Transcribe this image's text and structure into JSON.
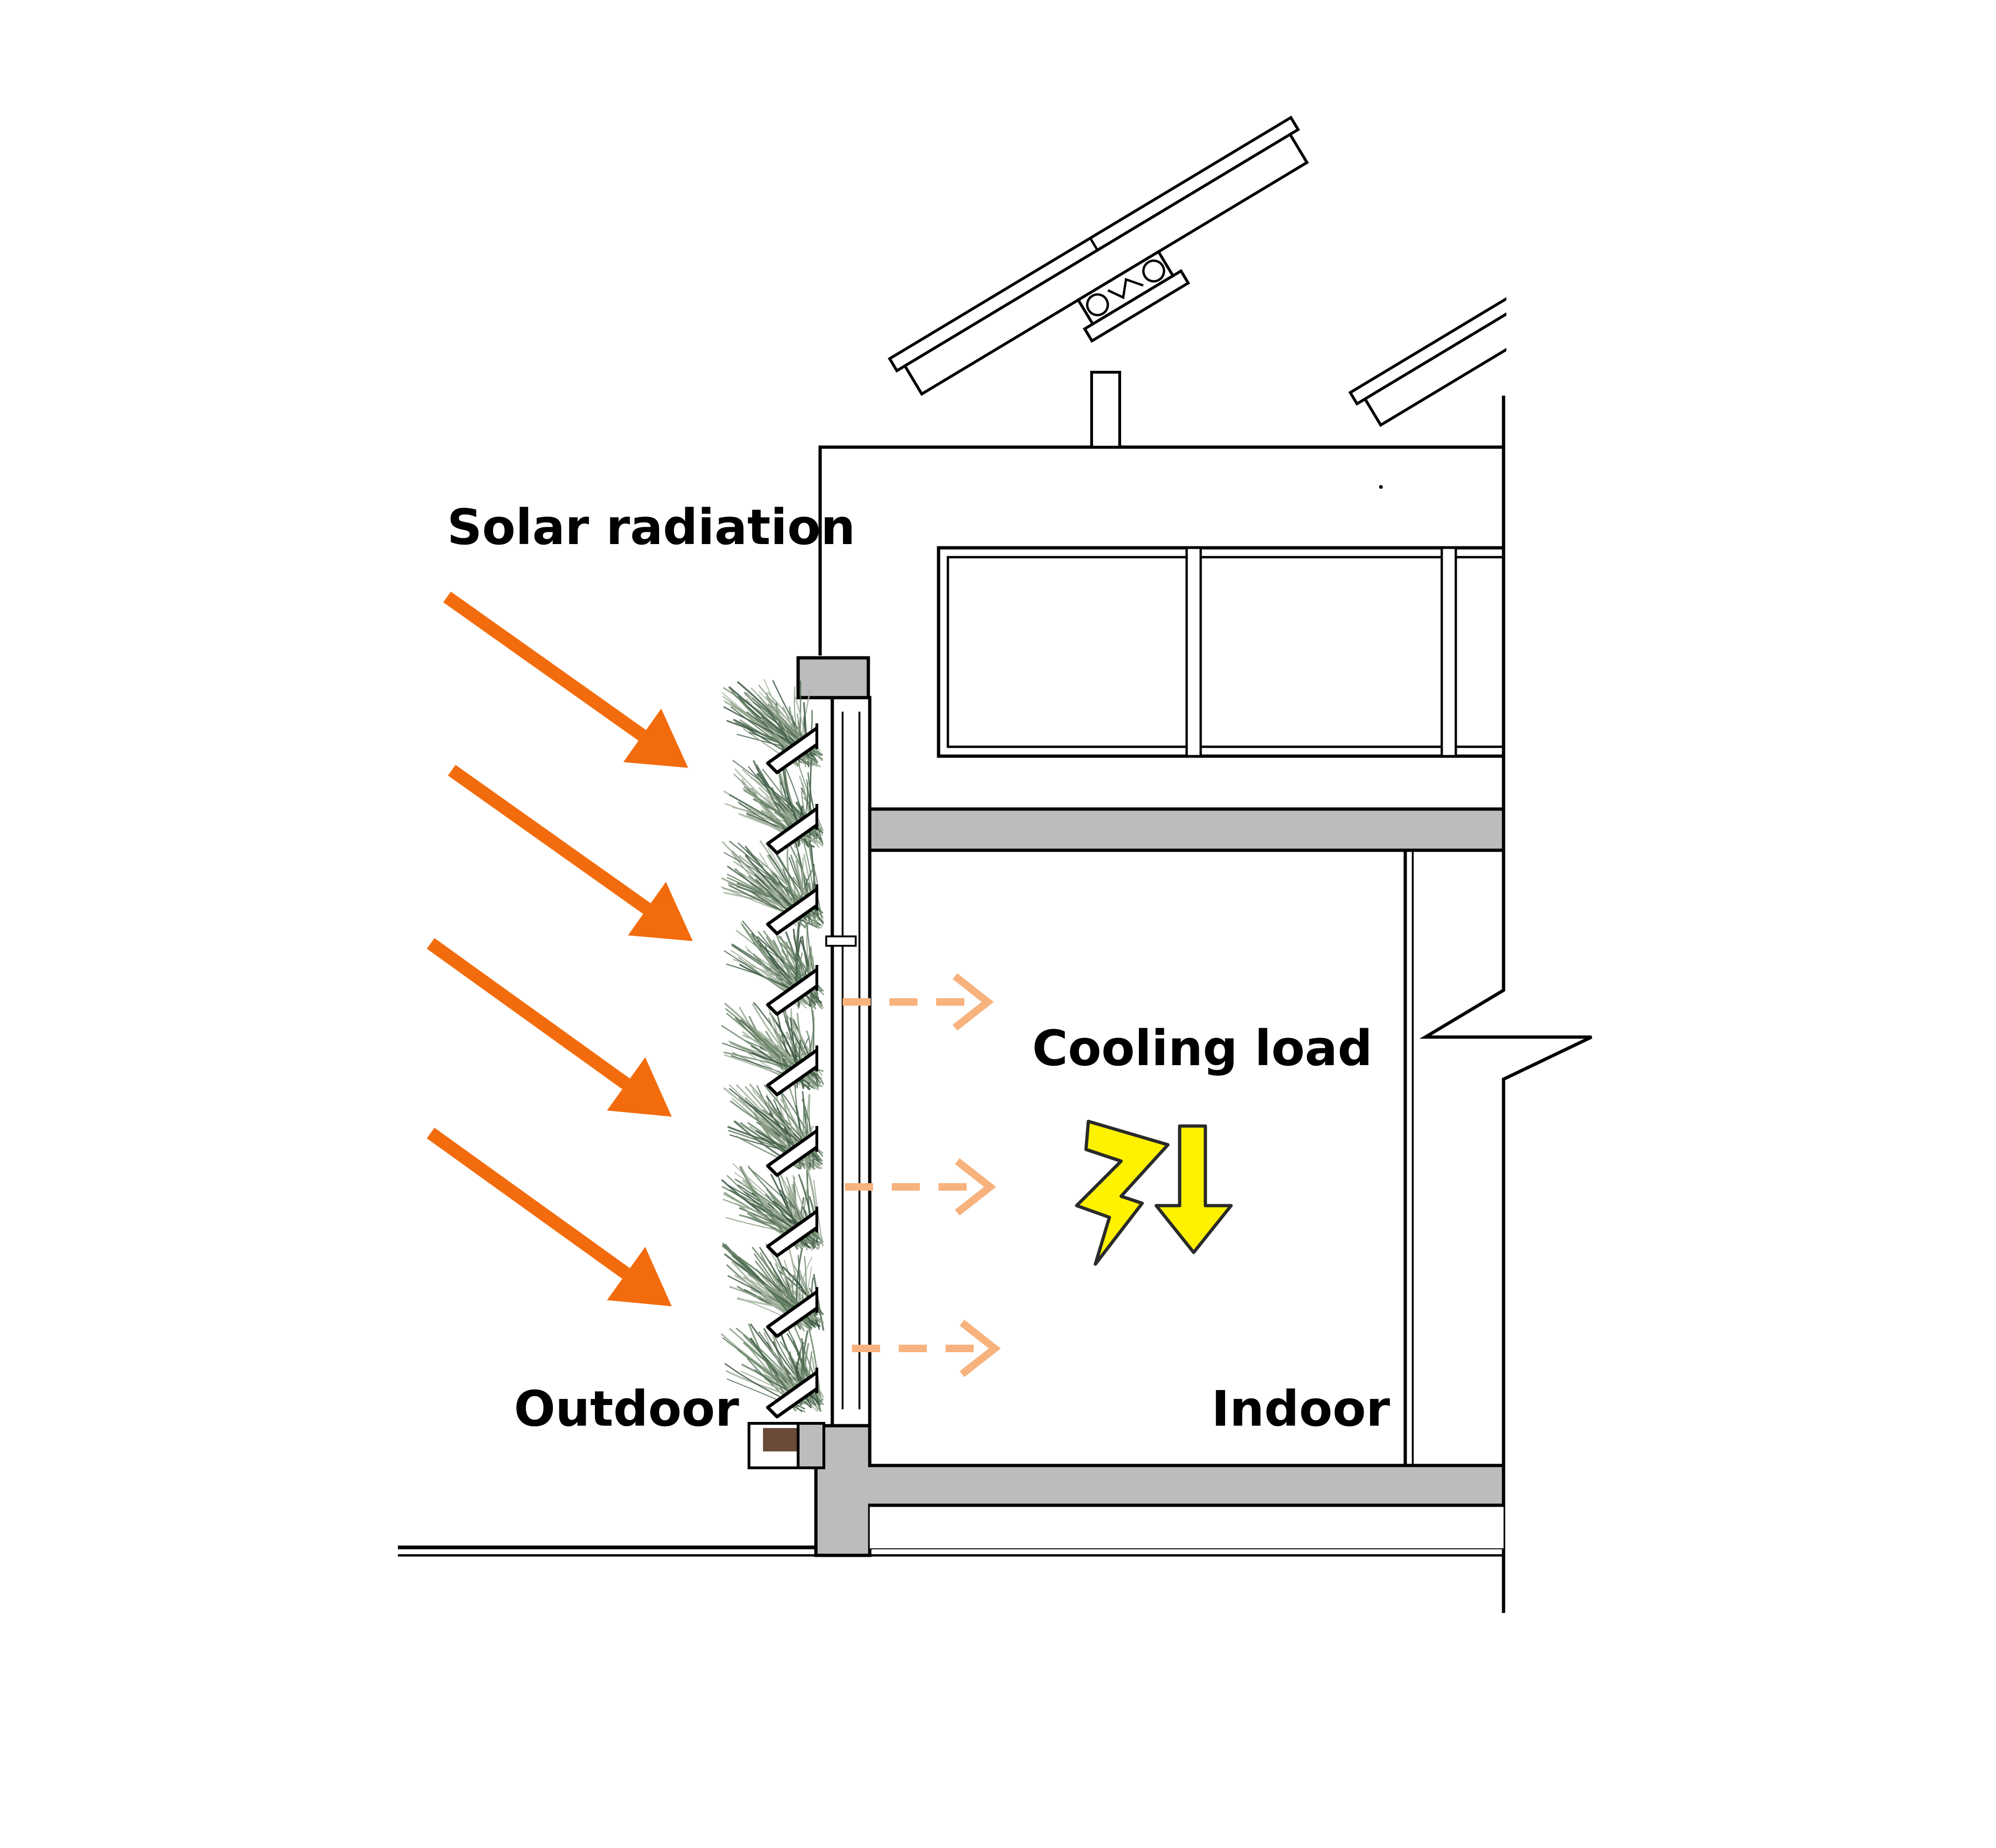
{
  "labels": {
    "solar_radiation": "Solar radiation",
    "cooling_load": "Cooling load",
    "outdoor": "Outdoor",
    "indoor": "Indoor"
  },
  "colors": {
    "solar_arrow": "#f26c0d",
    "heat_arrow": "#f7b27d",
    "cooling_symbol": "#fff200",
    "slab_fill": "#bcbcbc",
    "planter_soil": "#6b4a3a",
    "vegetation": "#5a7a5c",
    "line": "#000000"
  },
  "icons": {
    "solar_arrows": "orange-arrow-icon",
    "heat_arrows": "dashed-arrow-icon",
    "cooling_symbol": "lightning-down-arrow-icon",
    "solar_panels": "solar-panel-icon",
    "green_wall": "vertical-greenery-icon"
  }
}
